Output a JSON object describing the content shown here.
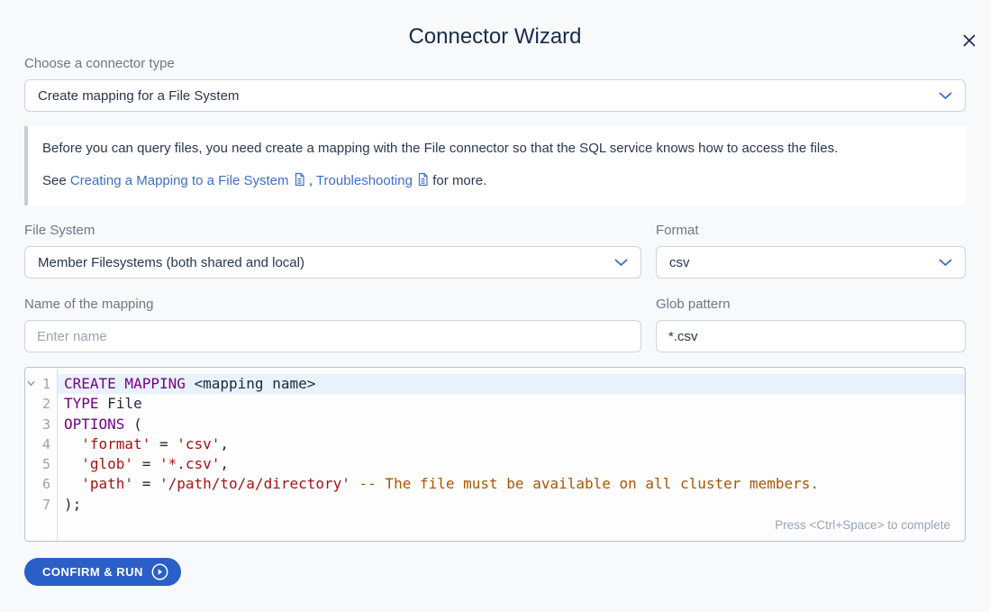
{
  "dialog": {
    "title": "Connector Wizard"
  },
  "icons": {
    "close-icon": "✕",
    "chevron-down-icon": "⌄",
    "document-icon": "🗎",
    "play-circle-icon": "▶",
    "fold-arrow-icon": "⌄"
  },
  "colors": {
    "accent_blue": "#2a5fc8",
    "link_blue": "#3d6fc8",
    "title_navy": "#172b4d",
    "keyword_purple": "#770088",
    "string_red": "#aa1111",
    "comment_orange": "#aa5500",
    "active_line_blue": "#e9f2fc"
  },
  "connector_type": {
    "label": "Choose a connector type",
    "value": "Create mapping for a File System"
  },
  "info": {
    "line1": "Before you can query files, you need create a mapping with the File connector so that the SQL service knows how to access the files.",
    "line2_segments": [
      {
        "type": "text",
        "text": "See "
      },
      {
        "type": "link",
        "text": "Creating a Mapping to a File System"
      },
      {
        "type": "doc-icon"
      },
      {
        "type": "text",
        "text": ", "
      },
      {
        "type": "link",
        "text": "Troubleshooting"
      },
      {
        "type": "doc-icon"
      },
      {
        "type": "text",
        "text": " for more."
      }
    ]
  },
  "fields": {
    "file_system": {
      "label": "File System",
      "value": "Member Filesystems (both shared and local)"
    },
    "format": {
      "label": "Format",
      "value": "csv"
    },
    "mapping_name": {
      "label": "Name of the mapping",
      "placeholder": "Enter name",
      "value": ""
    },
    "glob_pattern": {
      "label": "Glob pattern",
      "value": "*.csv"
    }
  },
  "editor": {
    "hint": "Press <Ctrl+Space> to complete",
    "lines": [
      {
        "number": 1,
        "fold": true,
        "active": true,
        "tokens": [
          {
            "t": "keyword",
            "v": "CREATE MAPPING"
          },
          {
            "t": "plain",
            "v": " <mapping name>"
          }
        ]
      },
      {
        "number": 2,
        "tokens": [
          {
            "t": "keyword",
            "v": "TYPE"
          },
          {
            "t": "plain",
            "v": " File"
          }
        ]
      },
      {
        "number": 3,
        "tokens": [
          {
            "t": "keyword",
            "v": "OPTIONS"
          },
          {
            "t": "plain",
            "v": " ("
          }
        ]
      },
      {
        "number": 4,
        "tokens": [
          {
            "t": "plain",
            "v": "  "
          },
          {
            "t": "string",
            "v": "'format'"
          },
          {
            "t": "plain",
            "v": " = "
          },
          {
            "t": "string",
            "v": "'csv'"
          },
          {
            "t": "plain",
            "v": ","
          }
        ]
      },
      {
        "number": 5,
        "tokens": [
          {
            "t": "plain",
            "v": "  "
          },
          {
            "t": "string",
            "v": "'glob'"
          },
          {
            "t": "plain",
            "v": " = "
          },
          {
            "t": "string",
            "v": "'*.csv'"
          },
          {
            "t": "plain",
            "v": ","
          }
        ]
      },
      {
        "number": 6,
        "tokens": [
          {
            "t": "plain",
            "v": "  "
          },
          {
            "t": "string",
            "v": "'path'"
          },
          {
            "t": "plain",
            "v": " = "
          },
          {
            "t": "string",
            "v": "'/path/to/a/directory'"
          },
          {
            "t": "plain",
            "v": " "
          },
          {
            "t": "comment",
            "v": "-- The file must be available on all cluster members."
          }
        ]
      },
      {
        "number": 7,
        "tokens": [
          {
            "t": "plain",
            "v": ");"
          }
        ]
      }
    ]
  },
  "actions": {
    "confirm_label": "CONFIRM & RUN"
  }
}
